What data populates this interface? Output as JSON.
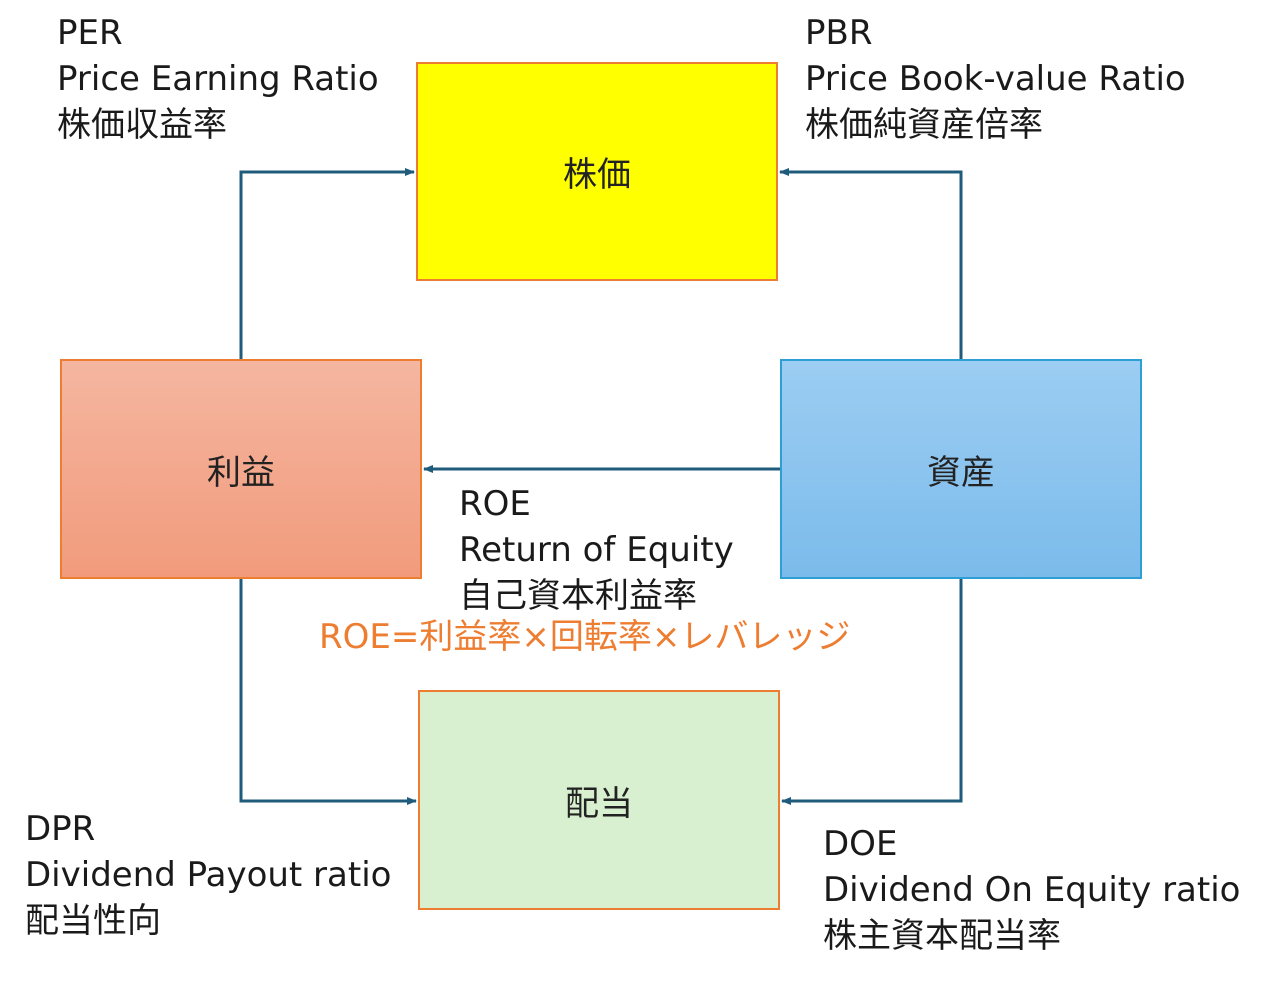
{
  "colors": {
    "connector": "#1f5b7a",
    "formula": "#ed7d31"
  },
  "nodes": {
    "price": "株価",
    "profit": "利益",
    "assets": "資産",
    "dividend": "配当"
  },
  "labels": {
    "per": {
      "abbr": "PER",
      "english": "Price Earning Ratio",
      "japanese": "株価収益率"
    },
    "pbr": {
      "abbr": "PBR",
      "english": "Price Book-value Ratio",
      "japanese": "株価純資産倍率"
    },
    "roe": {
      "abbr": "ROE",
      "english": "Return of Equity",
      "japanese": "自己資本利益率"
    },
    "dpr": {
      "abbr": "DPR",
      "english": "Dividend Payout ratio",
      "japanese": "配当性向"
    },
    "doe": {
      "abbr": "DOE",
      "english": "Dividend On Equity ratio",
      "japanese": "株主資本配当率"
    }
  },
  "roe_formula": "ROE=利益率×回転率×レバレッジ"
}
